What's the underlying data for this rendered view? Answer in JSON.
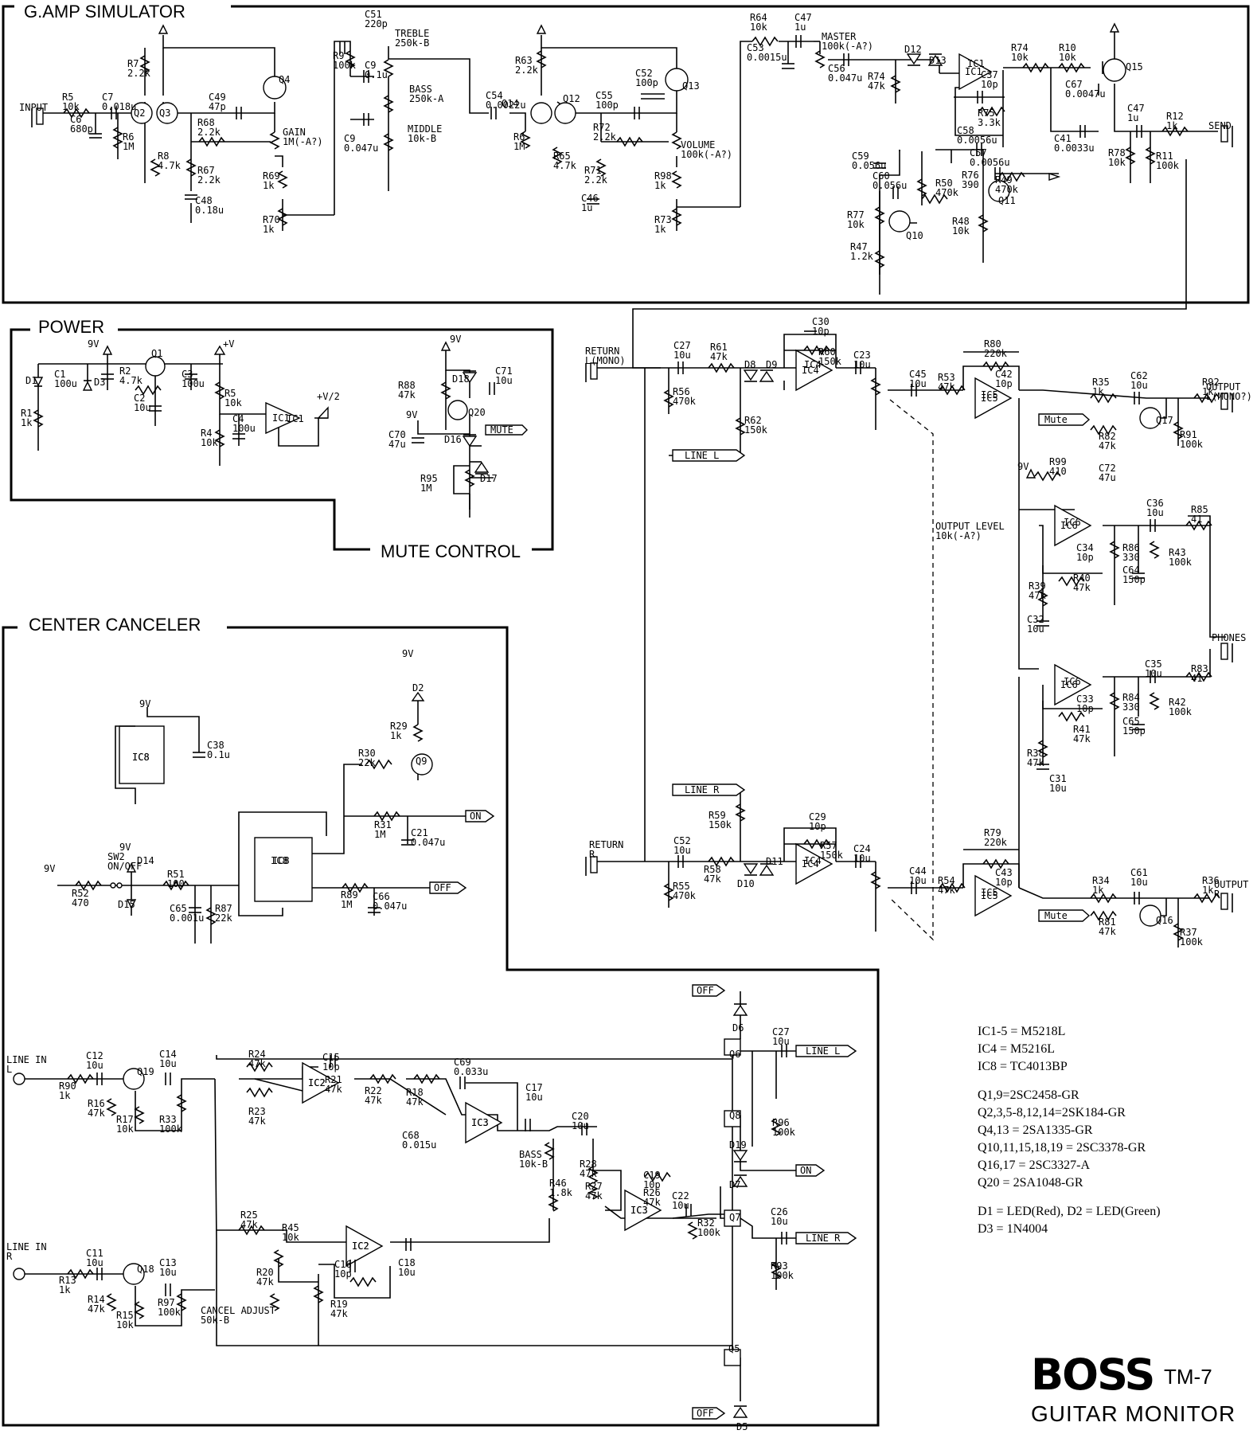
{
  "sections": {
    "amp_sim": "G.AMP SIMULATOR",
    "power": "POWER",
    "mute_control": "MUTE CONTROL",
    "center_canceler": "CENTER CANCELER"
  },
  "brand": {
    "logo": "BOSS",
    "model": "TM-7",
    "product": "GUITAR MONITOR"
  },
  "notes": [
    "IC1-5 = M5218L",
    "IC4 = M5216L",
    "IC8 = TC4013BP",
    "Q1,9=2SC2458-GR",
    "Q2,3,5-8,12,14=2SK184-GR",
    "Q4,13 = 2SA1335-GR",
    "Q10,11,15,18,19 = 2SC3378-GR",
    "Q16,17 = 2SC3327-A",
    "Q20 = 2SA1048-GR",
    "D1 = LED(Red), D2 = LED(Green)",
    "D3 = 1N4004"
  ],
  "tags": {
    "mute": "MUTE",
    "mute2": "Mute",
    "line_l": "LINE L",
    "line_r": "LINE R",
    "on": "ON",
    "off": "OFF"
  },
  "connectors": {
    "input": "INPUT",
    "send": "SEND",
    "return_l": "RETURN\nL(MONO)",
    "return_r": "RETURN\nR",
    "output_l": "OUTPUT\nL(MONO?)",
    "output_r": "OUTPUT\nR",
    "phones": "PHONES",
    "line_in_l": "LINE IN\nL",
    "line_in_r": "LINE IN\nR",
    "output_level": "OUTPUT LEVEL\n10k(-A?)"
  },
  "supplies": {
    "v9": "9V",
    "vplus": "+V",
    "vhalf": "+V/2"
  },
  "components": {
    "amp": [
      {
        "t": "R5\n10k"
      },
      {
        "t": "C7\n0.018u"
      },
      {
        "t": "C6\n680p"
      },
      {
        "t": "R6\n1M"
      },
      {
        "t": "R7\n2.2k"
      },
      {
        "t": "Q2"
      },
      {
        "t": "Q3"
      },
      {
        "t": "R8\n4.7k"
      },
      {
        "t": "C49\n47p"
      },
      {
        "t": "Q4"
      },
      {
        "t": "R68\n2.2k"
      },
      {
        "t": "R67\n2.2k"
      },
      {
        "t": "C48\n0.18u"
      },
      {
        "t": "GAIN\n1M(-A?)"
      },
      {
        "t": "R69\n1k"
      },
      {
        "t": "R70\n1k"
      },
      {
        "t": "C51\n220p"
      },
      {
        "t": "TREBLE\n250k-B"
      },
      {
        "t": "R9\n100k"
      },
      {
        "t": "C9\n0.1u"
      },
      {
        "t": "BASS\n250k-A"
      },
      {
        "t": "C9\n0.047u"
      },
      {
        "t": "MIDDLE\n10k-B"
      },
      {
        "t": "C54\n0.0022u"
      },
      {
        "t": "Q14"
      },
      {
        "t": "R6\n1M"
      },
      {
        "t": "R63\n2.2k"
      },
      {
        "t": "Q12"
      },
      {
        "t": "R65\n4.7k"
      },
      {
        "t": "C52\n100p"
      },
      {
        "t": "Q13"
      },
      {
        "t": "C55\n100p"
      },
      {
        "t": "R72\n2.2k"
      },
      {
        "t": "R71\n2.2k"
      },
      {
        "t": "C46\n1u"
      },
      {
        "t": "VOLUME\n100k(-A?)"
      },
      {
        "t": "R98\n1k"
      },
      {
        "t": "R73\n1k"
      },
      {
        "t": "R64\n10k"
      },
      {
        "t": "C47\n1u"
      },
      {
        "t": "C53\n0.0015u"
      },
      {
        "t": "MASTER\n100k(-A?)"
      },
      {
        "t": "C56\n0.047u"
      },
      {
        "t": "R74\n47k"
      },
      {
        "t": "D12"
      },
      {
        "t": "D13"
      },
      {
        "t": "IC1"
      },
      {
        "t": "C37\n10p"
      },
      {
        "t": "R75\n3.3k"
      },
      {
        "t": "C58\n0.0056u"
      },
      {
        "t": "C59\n0.056u"
      },
      {
        "t": "C60\n0.056u"
      },
      {
        "t": "R50\n470k"
      },
      {
        "t": "R77\n10k"
      },
      {
        "t": "Q10"
      },
      {
        "t": "R47\n1.2k"
      },
      {
        "t": "C57\n0.0056u"
      },
      {
        "t": "R49\n470k"
      },
      {
        "t": "R76\n390"
      },
      {
        "t": "Q11"
      },
      {
        "t": "R48\n10k"
      },
      {
        "t": "R74\n10k"
      },
      {
        "t": "R10\n10k"
      },
      {
        "t": "C67\n0.0047u"
      },
      {
        "t": "Q15"
      },
      {
        "t": "C41\n0.0033u"
      },
      {
        "t": "R78\n10k"
      },
      {
        "t": "C47\n1u"
      },
      {
        "t": "R12\n1k"
      },
      {
        "t": "R11\n100k"
      }
    ],
    "power": [
      {
        "t": "D1"
      },
      {
        "t": "C1\n100u"
      },
      {
        "t": "D3"
      },
      {
        "t": "R1\n1k"
      },
      {
        "t": "Q1"
      },
      {
        "t": "R2\n4.7k"
      },
      {
        "t": "C2\n10u"
      },
      {
        "t": "C3\n100u"
      },
      {
        "t": "R5\n10k"
      },
      {
        "t": "R4\n10k"
      },
      {
        "t": "C4\n100u"
      },
      {
        "t": "IC1"
      },
      {
        "t": "R88\n47k"
      },
      {
        "t": "D18"
      },
      {
        "t": "C71\n10u"
      },
      {
        "t": "Q20"
      },
      {
        "t": "D16"
      },
      {
        "t": "C70\n47u"
      },
      {
        "t": "R95\n1M"
      },
      {
        "t": "D17"
      }
    ],
    "output": [
      {
        "t": "C27\n10u"
      },
      {
        "t": "R61\n47k"
      },
      {
        "t": "R56\n470k"
      },
      {
        "t": "D8"
      },
      {
        "t": "D9"
      },
      {
        "t": "R62\n150k"
      },
      {
        "t": "C30\n10p"
      },
      {
        "t": "R60\n150k"
      },
      {
        "t": "IC4"
      },
      {
        "t": "C23\n10u"
      },
      {
        "t": "C45\n10u"
      },
      {
        "t": "R53\n47k"
      },
      {
        "t": "R80\n220k"
      },
      {
        "t": "C42\n10p"
      },
      {
        "t": "IC5"
      },
      {
        "t": "R35\n1k"
      },
      {
        "t": "C62\n10u"
      },
      {
        "t": "R92\n1k"
      },
      {
        "t": "R82\n47k"
      },
      {
        "t": "Q17"
      },
      {
        "t": "R91\n100k"
      },
      {
        "t": "R99\n410"
      },
      {
        "t": "C72\n47u"
      },
      {
        "t": "IC6"
      },
      {
        "t": "C36\n10u"
      },
      {
        "t": "R85\n41"
      },
      {
        "t": "R86\n330"
      },
      {
        "t": "R43\n100k"
      },
      {
        "t": "C34\n10p"
      },
      {
        "t": "R40\n47k"
      },
      {
        "t": "C64\n150p"
      },
      {
        "t": "R39\n47k"
      },
      {
        "t": "C32\n10u"
      },
      {
        "t": "IC6"
      },
      {
        "t": "C35\n10u"
      },
      {
        "t": "R83\n41"
      },
      {
        "t": "C33\n10p"
      },
      {
        "t": "R84\n330"
      },
      {
        "t": "R42\n100k"
      },
      {
        "t": "R41\n47k"
      },
      {
        "t": "C65\n150p"
      },
      {
        "t": "R38\n47k"
      },
      {
        "t": "C31\n10u"
      },
      {
        "t": "R59\n150k"
      },
      {
        "t": "C29\n10p"
      },
      {
        "t": "C52\n10u"
      },
      {
        "t": "R58\n47k"
      },
      {
        "t": "R57\n150k"
      },
      {
        "t": "R55\n470k"
      },
      {
        "t": "D10"
      },
      {
        "t": "D11"
      },
      {
        "t": "IC4"
      },
      {
        "t": "C24\n10u"
      },
      {
        "t": "C44\n10u"
      },
      {
        "t": "R54\n47k"
      },
      {
        "t": "R79\n220k"
      },
      {
        "t": "C43\n10p"
      },
      {
        "t": "IC5"
      },
      {
        "t": "R34\n1k"
      },
      {
        "t": "C61\n10u"
      },
      {
        "t": "R36\n1k"
      },
      {
        "t": "R81\n47k"
      },
      {
        "t": "Q16"
      },
      {
        "t": "R37\n100k"
      }
    ],
    "cc": [
      {
        "t": "IC8"
      },
      {
        "t": "C38\n0.1u"
      },
      {
        "t": "D2"
      },
      {
        "t": "R29\n1k"
      },
      {
        "t": "Q9"
      },
      {
        "t": "R30\n22k"
      },
      {
        "t": "R31\n1M"
      },
      {
        "t": "C21\n0.047u"
      },
      {
        "t": "IC8"
      },
      {
        "t": "SW2\nON/OFF"
      },
      {
        "t": "D14"
      },
      {
        "t": "D15"
      },
      {
        "t": "R52\n470"
      },
      {
        "t": "R51\n100"
      },
      {
        "t": "C65\n0.001u"
      },
      {
        "t": "R87\n22k"
      },
      {
        "t": "R89\n1M"
      },
      {
        "t": "C66\n0.047u"
      },
      {
        "t": "D6"
      },
      {
        "t": "Q6"
      },
      {
        "t": "C12\n10u"
      },
      {
        "t": "R90\n1k"
      },
      {
        "t": "Q19"
      },
      {
        "t": "R16\n47k"
      },
      {
        "t": "R17\n10k"
      },
      {
        "t": "C14\n10u"
      },
      {
        "t": "R33\n100k"
      },
      {
        "t": "R24\n47k"
      },
      {
        "t": "R23\n47k"
      },
      {
        "t": "C15\n10p"
      },
      {
        "t": "R21\n47k"
      },
      {
        "t": "IC2"
      },
      {
        "t": "R22\n47k"
      },
      {
        "t": "R18\n47k"
      },
      {
        "t": "C69\n0.033u"
      },
      {
        "t": "C68\n0.015u"
      },
      {
        "t": "IC3"
      },
      {
        "t": "C17\n10u"
      },
      {
        "t": "C20\n10u"
      },
      {
        "t": "BASS\n10k-B"
      },
      {
        "t": "R28\n47k"
      },
      {
        "t": "R46\n1.8k"
      },
      {
        "t": "R27\n47k"
      },
      {
        "t": "C19\n10p"
      },
      {
        "t": "R26\n47k"
      },
      {
        "t": "IC3"
      },
      {
        "t": "C22\n10u"
      },
      {
        "t": "R32\n100k"
      },
      {
        "t": "Q8"
      },
      {
        "t": "D19"
      },
      {
        "t": "D7"
      },
      {
        "t": "Q7"
      },
      {
        "t": "C27\n10u"
      },
      {
        "t": "R96\n100k"
      },
      {
        "t": "C26\n10u"
      },
      {
        "t": "R93\n100k"
      },
      {
        "t": "C11\n10u"
      },
      {
        "t": "R13\n1k"
      },
      {
        "t": "Q18"
      },
      {
        "t": "R14\n47k"
      },
      {
        "t": "R15\n10k"
      },
      {
        "t": "C13\n10u"
      },
      {
        "t": "R97\n100k"
      },
      {
        "t": "R25\n47k"
      },
      {
        "t": "R45\n10k"
      },
      {
        "t": "IC2"
      },
      {
        "t": "C18\n10u"
      },
      {
        "t": "R20\n47k"
      },
      {
        "t": "C16\n10p"
      },
      {
        "t": "R19\n47k"
      },
      {
        "t": "CANCEL ADJUST\n50k-B"
      },
      {
        "t": "Q5"
      },
      {
        "t": "D5"
      }
    ]
  }
}
